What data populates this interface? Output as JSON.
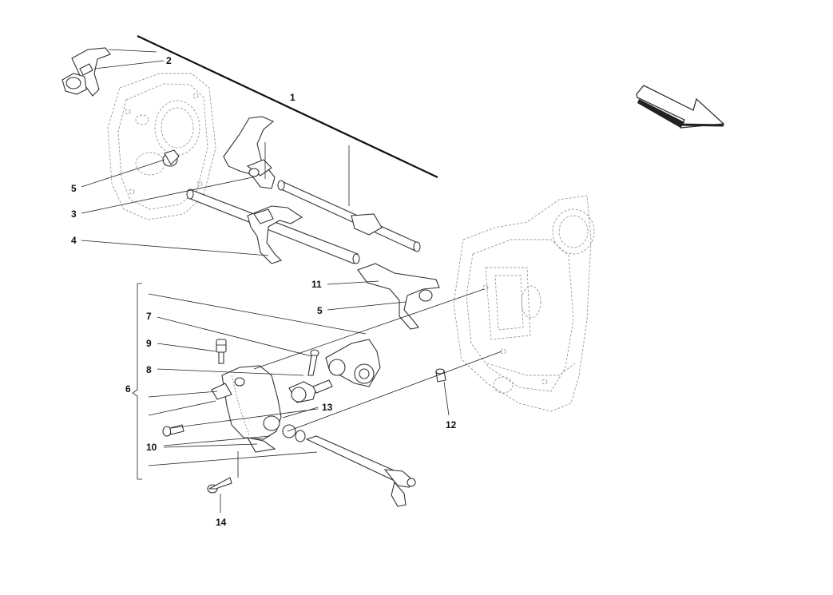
{
  "callouts": {
    "c1": "1",
    "c2": "2",
    "c3": "3",
    "c4": "4",
    "c5a": "5",
    "c5b": "5",
    "c6": "6",
    "c7": "7",
    "c8": "8",
    "c9": "9",
    "c10": "10",
    "c11": "11",
    "c12": "12",
    "c13": "13",
    "c14": "14"
  },
  "icons": {
    "orientation_arrow": "direction-arrow-icon"
  }
}
